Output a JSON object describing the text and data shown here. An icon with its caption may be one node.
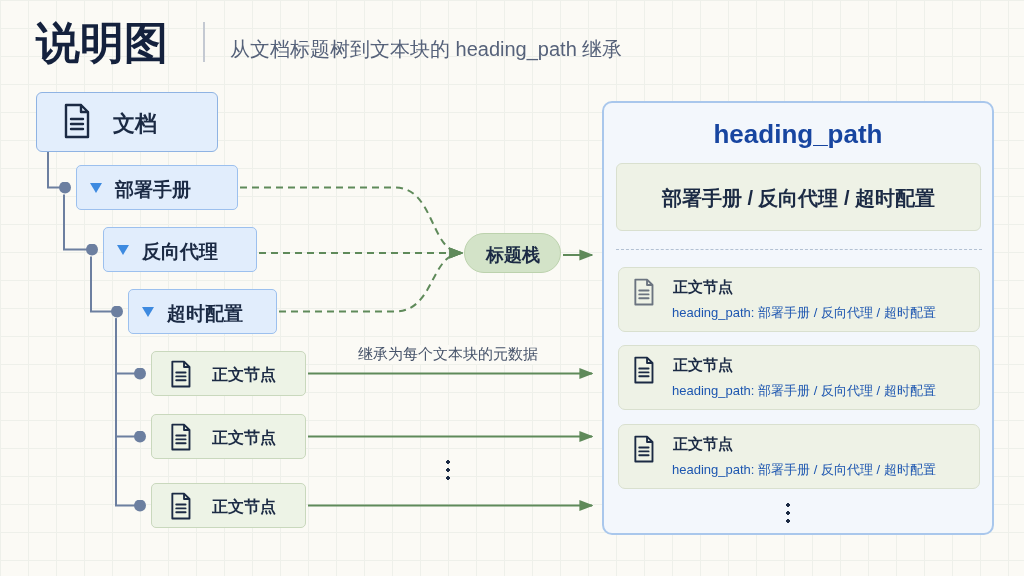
{
  "diagram": {
    "title": "说明图",
    "nodes": [
      {
        "text": [
          "文档"
        ]
      },
      {
        "text": [
          "部署手册"
        ]
      },
      {
        "text": [
          "反向代理"
        ]
      },
      {
        "text": [
          "超时配置"
        ]
      },
      {
        "text": [
          "正文节点"
        ]
      },
      {
        "text": [
          "正文节点"
        ]
      },
      {
        "text": [
          "正文节点"
        ]
      },
      {
        "text": [
          "标题栈"
        ]
      },
      {
        "text": [
          "heading_path"
        ]
      },
      {
        "text": [
          "部署手册 / 反向代理 / 超时配置"
        ],
        "in": 8
      },
      {
        "text": [
          "正文节点",
          "heading_path: 部署手册 / 反向代理 / 超时配置"
        ],
        "in": 8
      },
      {
        "text": [
          "正文节点",
          "heading_path: 部署手册 / 反向代理 / 超时配置"
        ],
        "in": 8
      },
      {
        "text": [
          "正文节点",
          "heading_path: 部署手册 / 反向代理 / 超时配置"
        ],
        "in": 8
      }
    ],
    "edges": [
      {
        "from": 0,
        "to": 1,
        "arrow": "other"
      },
      {
        "from": 1,
        "to": 2,
        "arrow": "other"
      },
      {
        "from": 2,
        "to": 3,
        "arrow": "other"
      },
      {
        "from": 3,
        "to": 4,
        "arrow": "other"
      },
      {
        "from": 3,
        "to": 5,
        "arrow": "other"
      },
      {
        "from": 3,
        "to": 6,
        "arrow": "other"
      },
      {
        "from": 1,
        "to": 7,
        "arrow": "to",
        "style": "dashed"
      },
      {
        "from": 2,
        "to": 7,
        "arrow": "to",
        "style": "dashed"
      },
      {
        "from": 3,
        "to": 7,
        "arrow": "to",
        "style": "dashed"
      },
      {
        "from": 7,
        "to": 8,
        "arrow": "to"
      },
      {
        "from": 4,
        "to": 8,
        "arrow": "to",
        "label": "继承为每个文本块的元数据"
      },
      {
        "from": 5,
        "to": 8,
        "arrow": "to"
      },
      {
        "from": 6,
        "to": 8,
        "arrow": "to"
      }
    ],
    "labels": [
      "从文档标题树到文本块的 heading_path 继承"
    ]
  }
}
